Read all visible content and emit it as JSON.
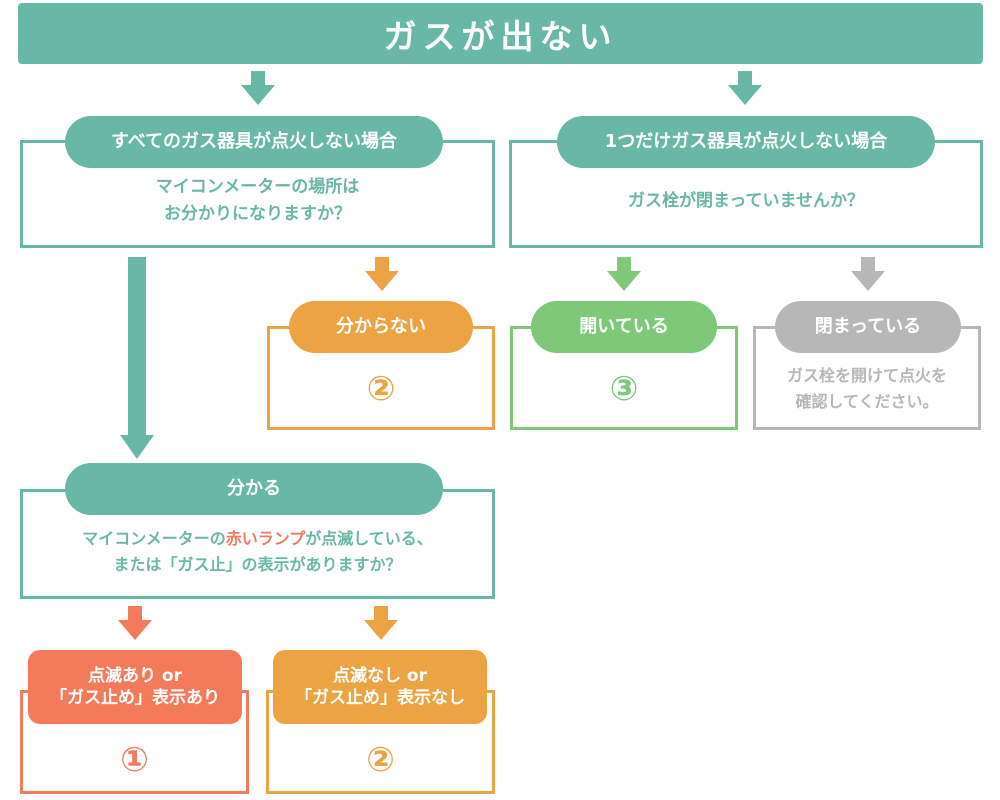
{
  "title": "ガスが出ない",
  "colors": {
    "teal": "#69b7a7",
    "orange": "#eca343",
    "green": "#7fc87a",
    "gray": "#b7b7b7",
    "red": "#f47a5c"
  },
  "all_devices": {
    "label": "すべてのガス器具が点火しない場合",
    "question_line1": "マイコンメーターの場所は",
    "question_line2": "お分かりになりますか？"
  },
  "one_device": {
    "label": "1つだけガス器具が点火しない場合",
    "question": "ガス栓が閉まっていませんか？"
  },
  "unknown": {
    "label": "分からない",
    "result": "②"
  },
  "open": {
    "label": "開いている",
    "result": "③"
  },
  "closed": {
    "label": "閉まっている",
    "advice_line1": "ガス栓を開けて点火を",
    "advice_line2": "確認してください。"
  },
  "known": {
    "label": "分かる",
    "q_part1": "マイコンメーターの",
    "q_highlight": "赤いランプ",
    "q_part2": "が点滅している、",
    "q_line2": "または「ガス止」の表示がありますか？"
  },
  "blinking": {
    "label_line1": "点滅あり or",
    "label_line2": "「ガス止め」表示あり",
    "result": "①"
  },
  "not_blinking": {
    "label_line1": "点滅なし or",
    "label_line2": "「ガス止め」表示なし",
    "result": "②"
  }
}
